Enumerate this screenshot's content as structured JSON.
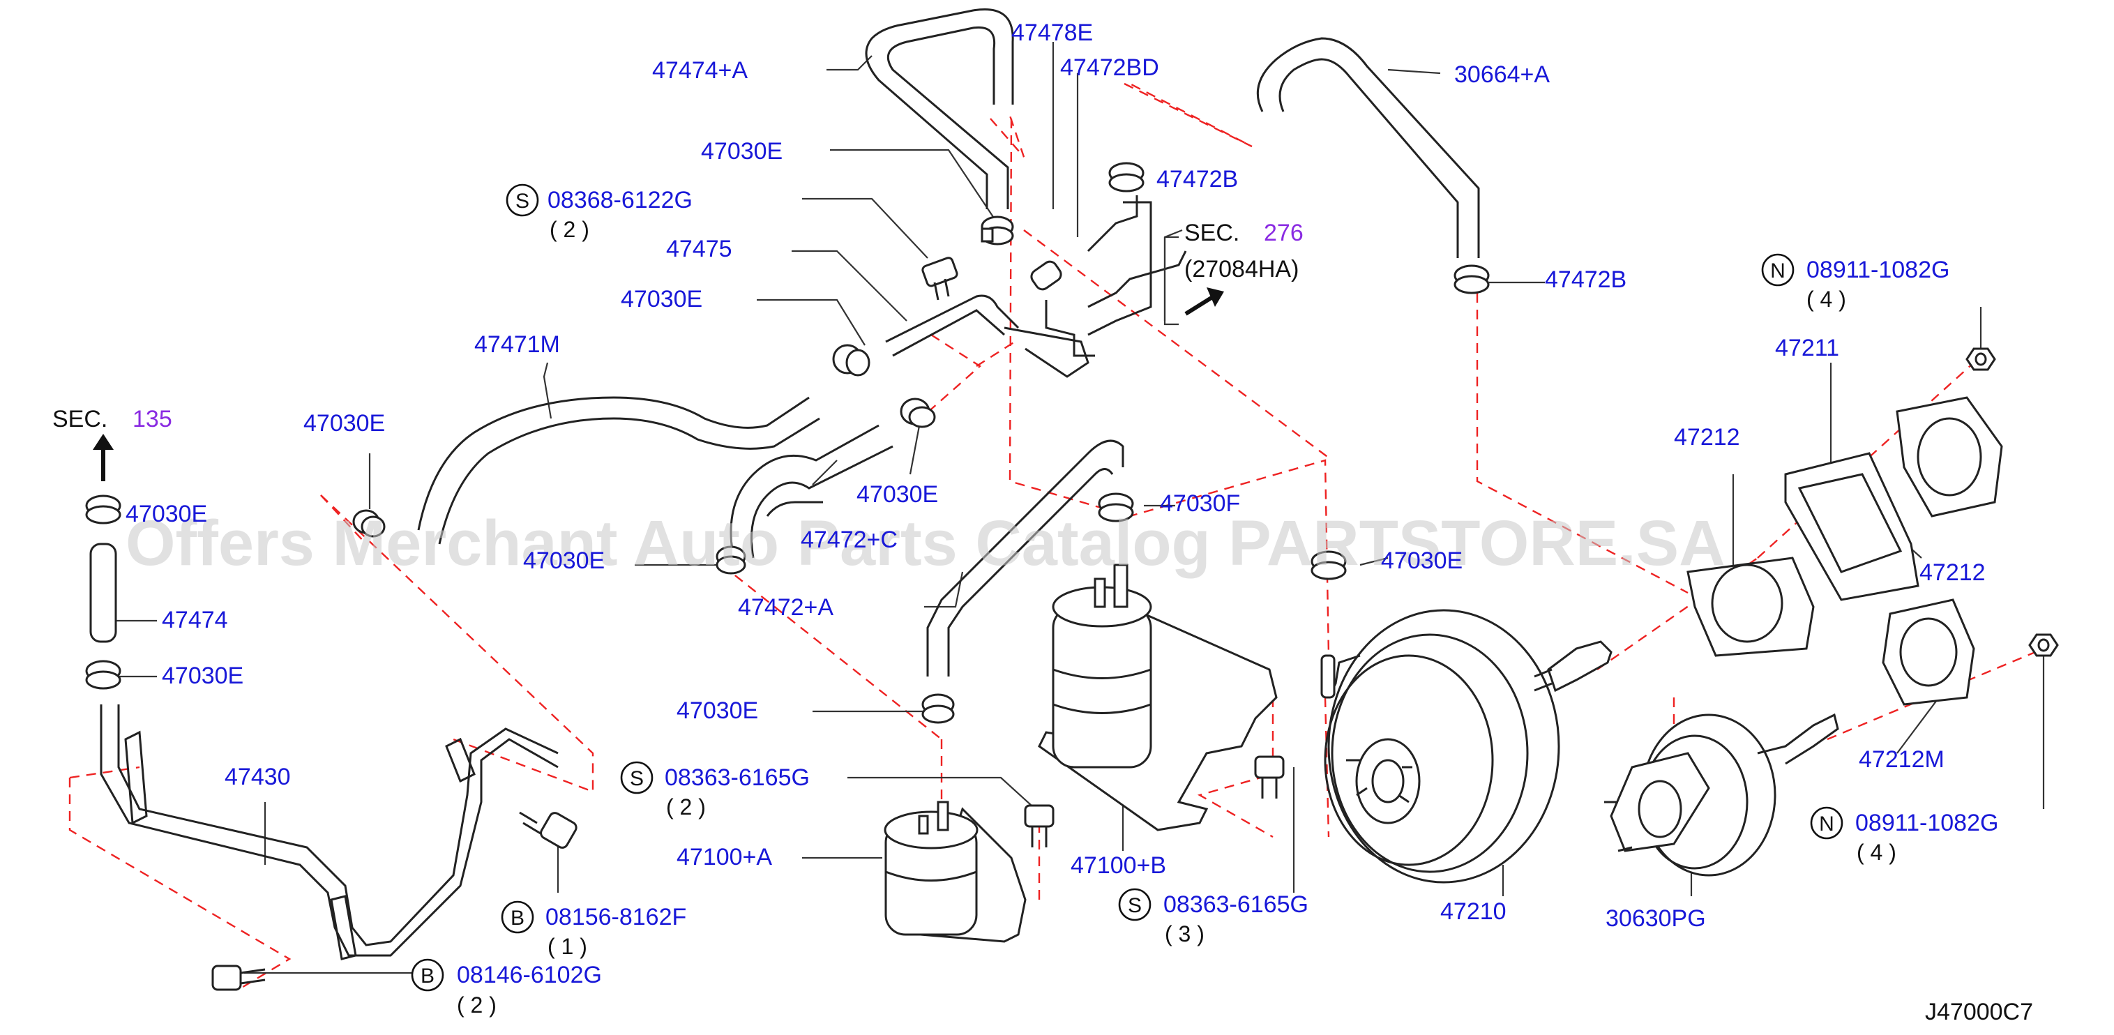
{
  "labels": {
    "l_47474A": "47474+A",
    "l_47478E": "47478E",
    "l_47472BD": "47472BD",
    "l_30664A": "30664+A",
    "l_47030E_a": "47030E",
    "l_08368": "08368-6122G",
    "l_08368_q": "( 2 )",
    "l_47472B_a": "47472B",
    "l_sec276": "SEC.",
    "l_sec276_n": "276",
    "l_27084HA": "(27084HA)",
    "l_47475": "47475",
    "l_47472B_b": "47472B",
    "l_08911a": "08911-1082G",
    "l_08911a_q": "( 4 )",
    "l_47030E_b": "47030E",
    "l_47471M": "47471M",
    "l_47211": "47211",
    "l_sec135": "SEC.",
    "l_sec135_n": "135",
    "l_47030E_c": "47030E",
    "l_47212_a": "47212",
    "l_47030E_d": "47030E",
    "l_47030F": "47030F",
    "l_47212_b": "47212",
    "l_47030E_e": "47030E",
    "l_47030E_f": "47030E",
    "l_47472C": "47472+C",
    "l_47030E_g": "47030E",
    "l_47474": "47474",
    "l_47472A": "47472+A",
    "l_47030E_h": "47030E",
    "l_47030E_i": "47030E",
    "l_47212M": "47212M",
    "l_47430": "47430",
    "l_08363a": "08363-6165G",
    "l_08363a_q": "( 2 )",
    "l_08911b": "08911-1082G",
    "l_08911b_q": "( 4 )",
    "l_47100A": "47100+A",
    "l_47100B": "47100+B",
    "l_08156": "08156-8162F",
    "l_08156_q": "( 1 )",
    "l_08363b": "08363-6165G",
    "l_08363b_q": "( 3 )",
    "l_47210": "47210",
    "l_30630PG": "30630PG",
    "l_08146": "08146-6102G",
    "l_08146_q": "( 2 )",
    "l_code": "J47000C7"
  },
  "symbols": {
    "s1": "S",
    "s2": "S",
    "s3": "S",
    "n1": "N",
    "n2": "N",
    "b1": "B",
    "b2": "B"
  },
  "watermark": "Offers Merchant Auto Parts Catalog PARTSTORE.SA",
  "colors": {
    "label": "#1818d8",
    "section_ref": "#8a2be2",
    "dashed_line": "#ee2222",
    "part_line": "#222222"
  }
}
